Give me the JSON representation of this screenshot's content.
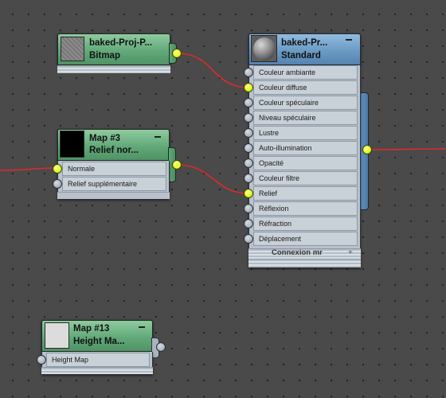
{
  "nodes": {
    "bitmap": {
      "name": "baked-Proj-P...",
      "type": "Bitmap"
    },
    "standard": {
      "name": "baked-Pr...",
      "type": "Standard",
      "slots": [
        "Couleur ambiante",
        "Couleur diffuse",
        "Couleur spéculaire",
        "Niveau spéculaire",
        "Lustre",
        "Auto-illumination",
        "Opacité",
        "Couleur filtre",
        "Relief",
        "Réflexion",
        "Réfraction",
        "Déplacement"
      ],
      "footer": "Connexion mr",
      "footer_plus": "+"
    },
    "map3": {
      "name": "Map #3",
      "type": "Relief nor...",
      "slots": [
        "Normale",
        "Relief supplémentaire"
      ]
    },
    "map13": {
      "name": "Map #13",
      "type": "Height Ma...",
      "slots": [
        "Height Map"
      ]
    }
  },
  "colors": {
    "background": "#4a4a4a",
    "wire": "#e02a2a",
    "socket_connected": "#dfff1a",
    "socket_empty": "#a8b4c0",
    "map_header": "#62a979",
    "material_header": "#6a9ac4"
  }
}
